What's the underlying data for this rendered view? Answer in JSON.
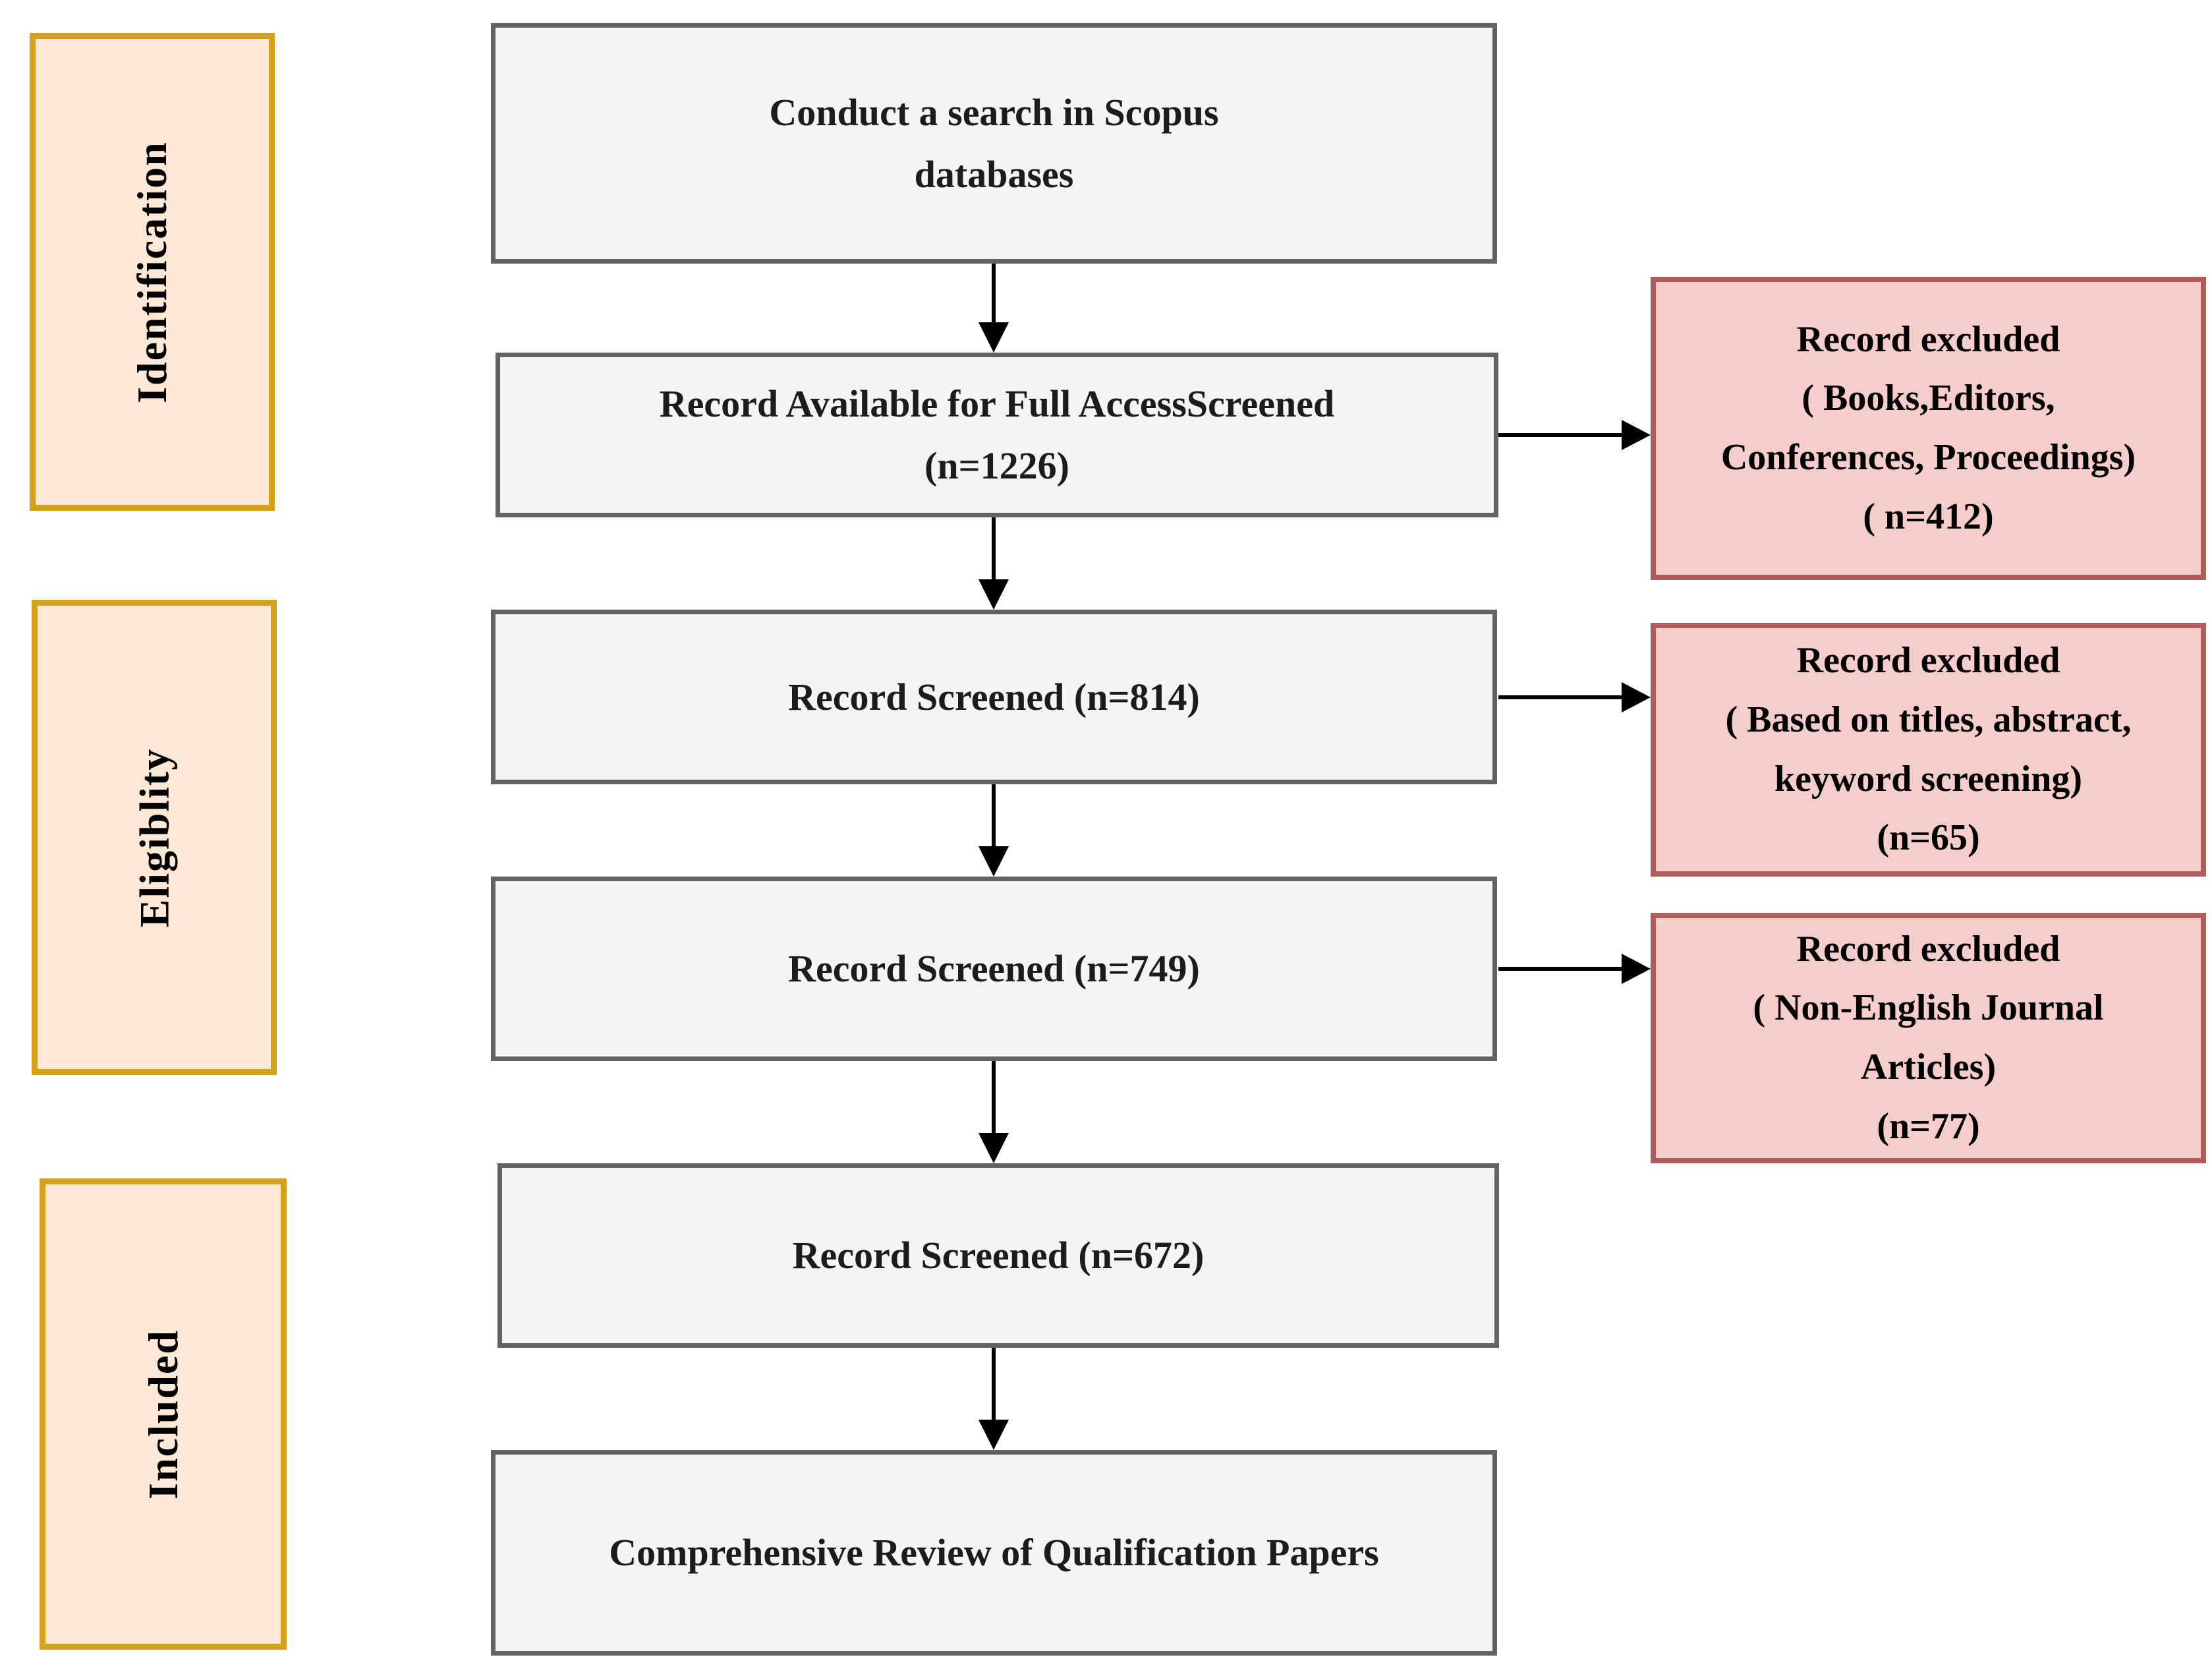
{
  "diagram": {
    "title": "Scopus literature screening flow (PRISMA-style)",
    "stages": [
      {
        "label": "Identification"
      },
      {
        "label": "Eligiblity"
      },
      {
        "label": "Included"
      }
    ],
    "flow_boxes": [
      {
        "id": "search",
        "text": "Conduct a search in Scopus\ndatabases"
      },
      {
        "id": "full-access",
        "text": "Record Available for Full AccessScreened\n(n=1226)",
        "n": 1226
      },
      {
        "id": "screened-814",
        "text": "Record Screened (n=814)",
        "n": 814
      },
      {
        "id": "screened-749",
        "text": "Record Screened (n=749)",
        "n": 749
      },
      {
        "id": "screened-672",
        "text": "Record Screened (n=672)",
        "n": 672
      },
      {
        "id": "review",
        "text": "Comprehensive Review of Qualification Papers"
      }
    ],
    "exclusions": [
      {
        "id": "excluded-412",
        "text": "Record excluded\n( Books,Editors,\nConferences, Proceedings)\n( n=412)",
        "n": 412
      },
      {
        "id": "excluded-65",
        "text": "Record excluded\n( Based on titles, abstract,\nkeyword screening)\n(n=65)",
        "n": 65
      },
      {
        "id": "excluded-77",
        "text": "Record excluded\n( Non-English Journal\nArticles)\n(n=77)",
        "n": 77
      }
    ],
    "colors": {
      "stage_fill": "#FCE8D5",
      "stage_border": "#D6A11C",
      "flow_fill": "#F4F4F4",
      "flow_border": "#636363",
      "exclusion_fill": "#F5CDCB",
      "exclusion_border": "#B25B5B",
      "arrow": "#000000",
      "background": "#FFFFFF"
    }
  }
}
